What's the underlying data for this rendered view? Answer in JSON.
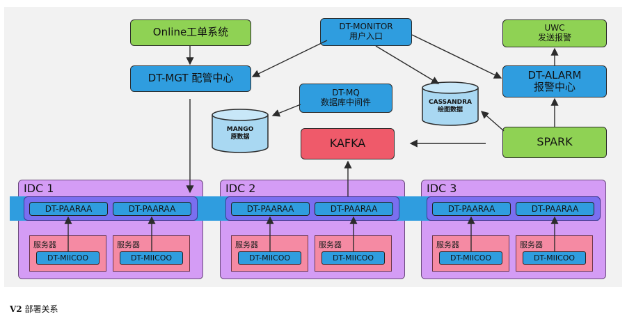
{
  "nodes": {
    "online": "Online工单系统",
    "mgt": "DT-MGT 配管中心",
    "monitor_line1": "DT-MONITOR",
    "monitor_line2": "用户入口",
    "uwc_line1": "UWC",
    "uwc_line2": "发送报警",
    "alarm_line1": "DT-ALARM",
    "alarm_line2": "报警中心",
    "mq_line1": "DT-MQ",
    "mq_line2": "数据库中间件",
    "kafka": "KAFKA",
    "spark": "SPARK"
  },
  "databases": {
    "mango_line1": "MANGO",
    "mango_line2": "原数据",
    "cassandra_line1": "CASSANDRA",
    "cassandra_line2": "绘图数据"
  },
  "idcs": [
    {
      "title": "IDC 1",
      "agents": [
        "DT-PAARAA",
        "DT-PAARAA"
      ],
      "servers": [
        {
          "label": "服务器",
          "app": "DT-MIICOO"
        },
        {
          "label": "服务器",
          "app": "DT-MIICOO"
        }
      ]
    },
    {
      "title": "IDC 2",
      "agents": [
        "DT-PAARAA",
        "DT-PAARAA"
      ],
      "servers": [
        {
          "label": "服务器",
          "app": "DT-MIICOO"
        },
        {
          "label": "服务器",
          "app": "DT-MIICOO"
        }
      ]
    },
    {
      "title": "IDC 3",
      "agents": [
        "DT-PAARAA",
        "DT-PAARAA"
      ],
      "servers": [
        {
          "label": "服务器",
          "app": "DT-MIICOO"
        },
        {
          "label": "服务器",
          "app": "DT-MIICOO"
        }
      ]
    }
  ],
  "caption": {
    "version": "V2",
    "text": "部署关系"
  },
  "colors": {
    "green": "#8fd254",
    "blue": "#2f9ddf",
    "red": "#ef5a6a",
    "idc_purple": "#d49cf5",
    "row_purple": "#7a6ff0",
    "server_pink": "#f58aa3"
  }
}
